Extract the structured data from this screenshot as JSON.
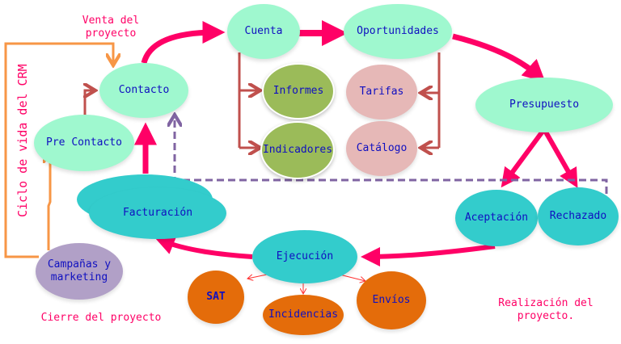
{
  "title_vertical": "Ciclo de vida del CRM",
  "phases": {
    "venta": "Venta del\nproyecto",
    "cierre": "Cierre del proyecto",
    "realizacion": "Realización del\nproyecto."
  },
  "nodes": {
    "contacto": "Contacto",
    "pre_contacto": "Pre Contacto",
    "campanas": "Campañas y\nmarketing",
    "cuenta": "Cuenta",
    "oportunidades": "Oportunidades",
    "informes": "Informes",
    "indicadores": "Indicadores",
    "tarifas": "Tarifas",
    "catalogo": "Catálogo",
    "presupuesto": "Presupuesto",
    "aceptacion": "Aceptación",
    "rechazado": "Rechazado",
    "ejecucion": "Ejecución",
    "facturacion": "Facturación",
    "sat": "SAT",
    "incidencias": "Incidencias",
    "envios": "Envíos"
  },
  "colors": {
    "main_flow": "#ff0066",
    "branch": "#c0504d",
    "feedback": "#8064a2",
    "marketing": "#f79646",
    "text": "#1010c0"
  }
}
